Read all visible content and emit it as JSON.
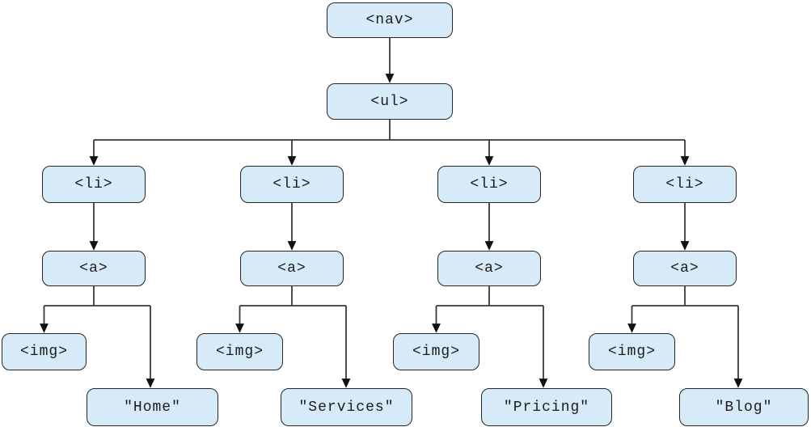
{
  "diagram": {
    "type": "tree",
    "description": "DOM tree of a navigation menu",
    "nodes": {
      "nav": {
        "label": "<nav>",
        "kind": "element"
      },
      "ul": {
        "label": "<ul>",
        "kind": "element"
      },
      "li1": {
        "label": "<li>",
        "kind": "element"
      },
      "li2": {
        "label": "<li>",
        "kind": "element"
      },
      "li3": {
        "label": "<li>",
        "kind": "element"
      },
      "li4": {
        "label": "<li>",
        "kind": "element"
      },
      "a1": {
        "label": "<a>",
        "kind": "element"
      },
      "a2": {
        "label": "<a>",
        "kind": "element"
      },
      "a3": {
        "label": "<a>",
        "kind": "element"
      },
      "a4": {
        "label": "<a>",
        "kind": "element"
      },
      "img1": {
        "label": "<img>",
        "kind": "element"
      },
      "img2": {
        "label": "<img>",
        "kind": "element"
      },
      "img3": {
        "label": "<img>",
        "kind": "element"
      },
      "img4": {
        "label": "<img>",
        "kind": "element"
      },
      "text1": {
        "label": "\"Home\"",
        "kind": "text-node"
      },
      "text2": {
        "label": "\"Services\"",
        "kind": "text-node"
      },
      "text3": {
        "label": "\"Pricing\"",
        "kind": "text-node"
      },
      "text4": {
        "label": "\"Blog\"",
        "kind": "text-node"
      }
    },
    "edges": [
      {
        "from": "nav",
        "to": "ul"
      },
      {
        "from": "ul",
        "to": "li1"
      },
      {
        "from": "ul",
        "to": "li2"
      },
      {
        "from": "ul",
        "to": "li3"
      },
      {
        "from": "ul",
        "to": "li4"
      },
      {
        "from": "li1",
        "to": "a1"
      },
      {
        "from": "li2",
        "to": "a2"
      },
      {
        "from": "li3",
        "to": "a3"
      },
      {
        "from": "li4",
        "to": "a4"
      },
      {
        "from": "a1",
        "to": "img1"
      },
      {
        "from": "a1",
        "to": "text1"
      },
      {
        "from": "a2",
        "to": "img2"
      },
      {
        "from": "a2",
        "to": "text2"
      },
      {
        "from": "a3",
        "to": "img3"
      },
      {
        "from": "a3",
        "to": "text3"
      },
      {
        "from": "a4",
        "to": "img4"
      },
      {
        "from": "a4",
        "to": "text4"
      }
    ],
    "colors": {
      "node_fill": "#d7eaf7",
      "node_border": "#262626",
      "connector": "#383838"
    }
  }
}
